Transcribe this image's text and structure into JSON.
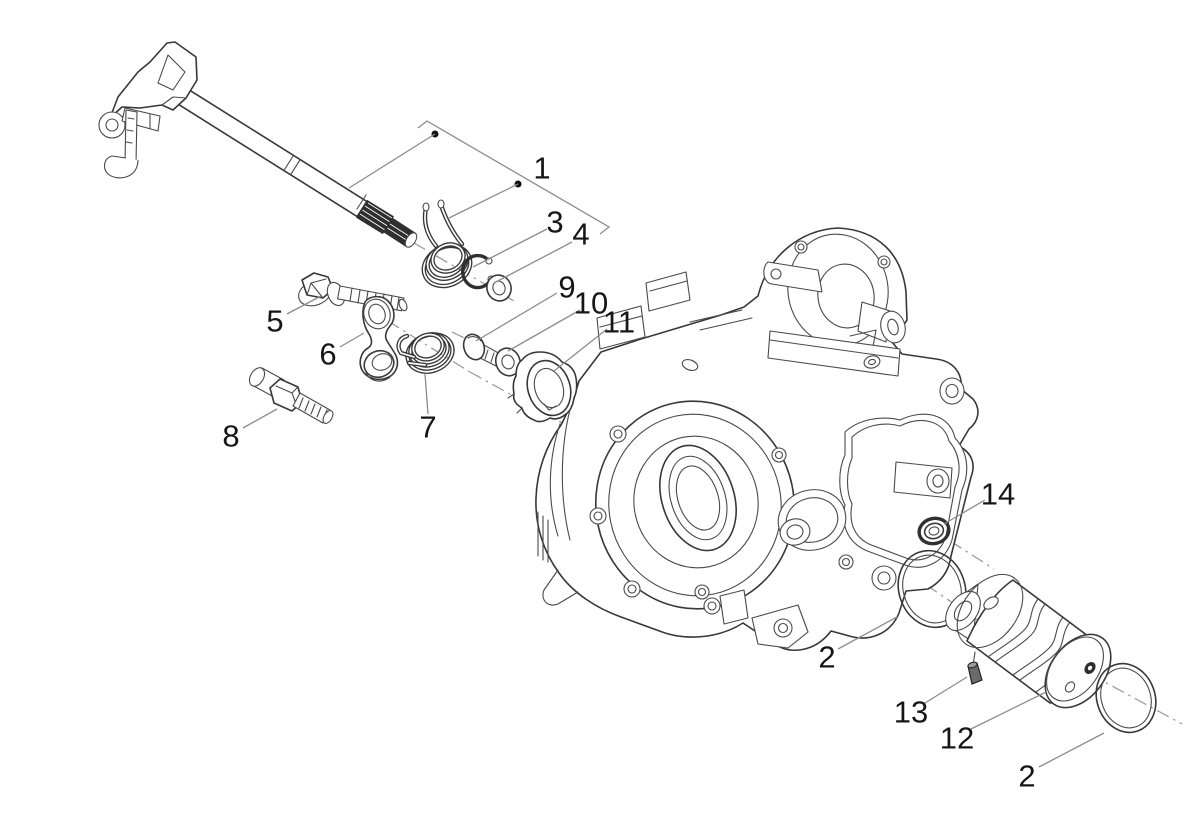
{
  "figure": {
    "kind": "exploded-parts-diagram",
    "background": "#ffffff"
  },
  "colors": {
    "line": "#383838",
    "detail_line": "#4a4a4a",
    "leader_line": "#8c8c8c",
    "center_line": "#979797",
    "label_text": "#161616",
    "spline_fill": "#2f2f2f"
  },
  "callouts": [
    {
      "text": "1"
    },
    {
      "text": "3"
    },
    {
      "text": "4"
    },
    {
      "text": "5"
    },
    {
      "text": "6"
    },
    {
      "text": "7"
    },
    {
      "text": "8"
    },
    {
      "text": "9"
    },
    {
      "text": "10"
    },
    {
      "text": "11"
    },
    {
      "text": "14"
    },
    {
      "text": "2"
    },
    {
      "text": "13"
    },
    {
      "text": "12"
    },
    {
      "text": "2"
    }
  ]
}
